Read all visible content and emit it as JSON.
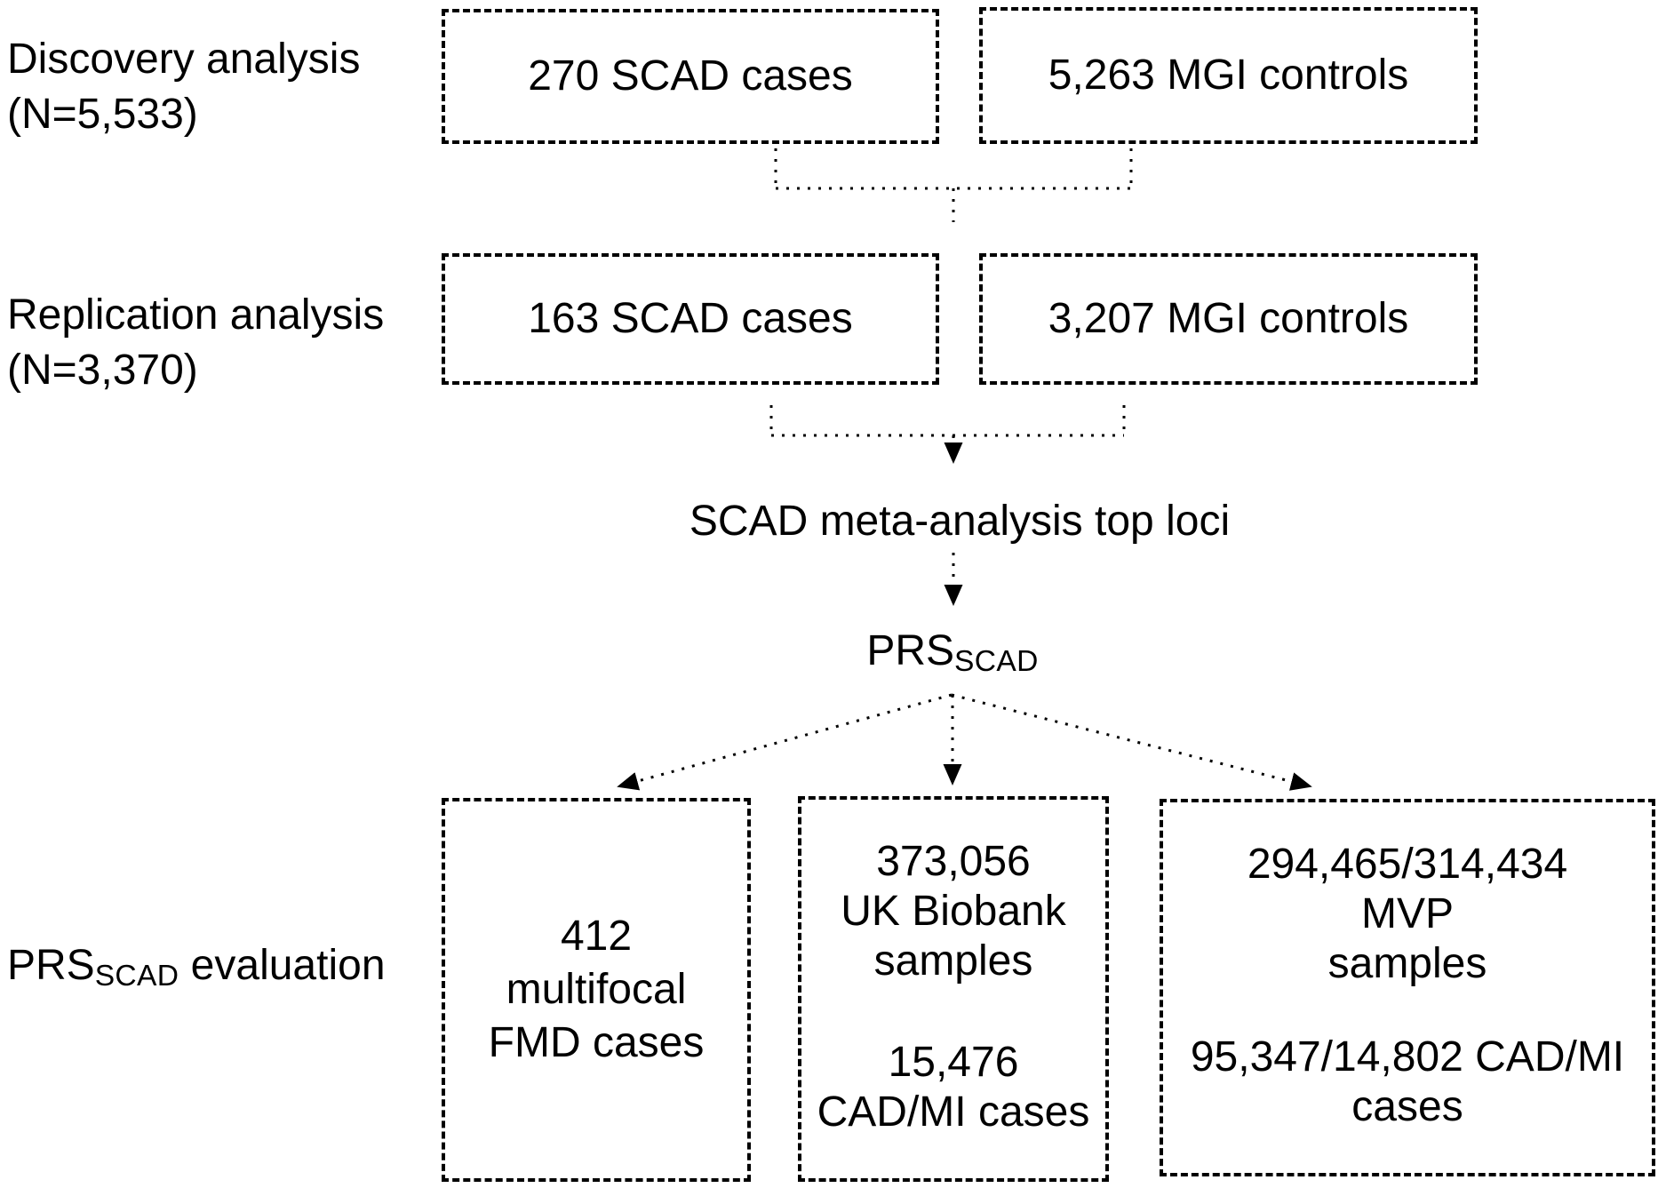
{
  "colors": {
    "background": "#ffffff",
    "ink": "#000000"
  },
  "discovery": {
    "label": [
      "Discovery analysis",
      "(N=5,533)"
    ],
    "cases_box": "270 SCAD cases",
    "controls_box": "5,263 MGI controls"
  },
  "replication": {
    "label": [
      "Replication analysis",
      "(N=3,370)"
    ],
    "cases_box": "163 SCAD cases",
    "controls_box": "3,207 MGI controls"
  },
  "meta_analysis": {
    "text": "SCAD meta-analysis top loci"
  },
  "prs": {
    "main": "PRS",
    "sub": "SCAD"
  },
  "evaluation": {
    "label_prefix": "PRS",
    "label_sub": "SCAD",
    "label_suffix": " evaluation",
    "fmd_box": [
      "412",
      "multifocal",
      "FMD cases"
    ],
    "ukb_box": {
      "top": [
        "373,056",
        "UK Biobank",
        "samples"
      ],
      "bottom": [
        "15,476",
        "CAD/MI cases"
      ]
    },
    "mvp_box": {
      "top": [
        "294,465/314,434",
        "MVP",
        "samples"
      ],
      "bottom": [
        "95,347/14,802 CAD/MI",
        "cases"
      ]
    }
  }
}
